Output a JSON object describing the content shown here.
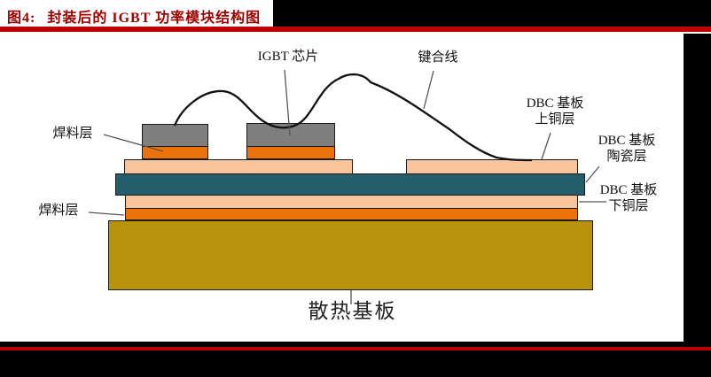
{
  "header": {
    "figure_label": "图4:",
    "figure_title": "封装后的 IGBT 功率模块结构图"
  },
  "diagram": {
    "labels": {
      "igbt_chip": "IGBT 芯片",
      "bond_wire": "键合线",
      "solder_top": "焊料层",
      "solder_bottom": "焊料层",
      "dbc_top_line1": "DBC 基板",
      "dbc_top_line2": "上铜层",
      "dbc_ceramic_line1": "DBC 基板",
      "dbc_ceramic_line2": "陶瓷层",
      "dbc_bottom_line1": "DBC 基板",
      "dbc_bottom_line2": "下铜层",
      "baseplate": "散热基板"
    },
    "colors": {
      "title_red": "#a00000",
      "rule_red": "#be0000",
      "band_black": "#000000",
      "chip_gray": "#7f7f7f",
      "solder_orange": "#ec720c",
      "copper_peach": "#f8c49c",
      "ceramic_teal": "#255e6b",
      "baseplate_gold": "#b8920a"
    }
  }
}
